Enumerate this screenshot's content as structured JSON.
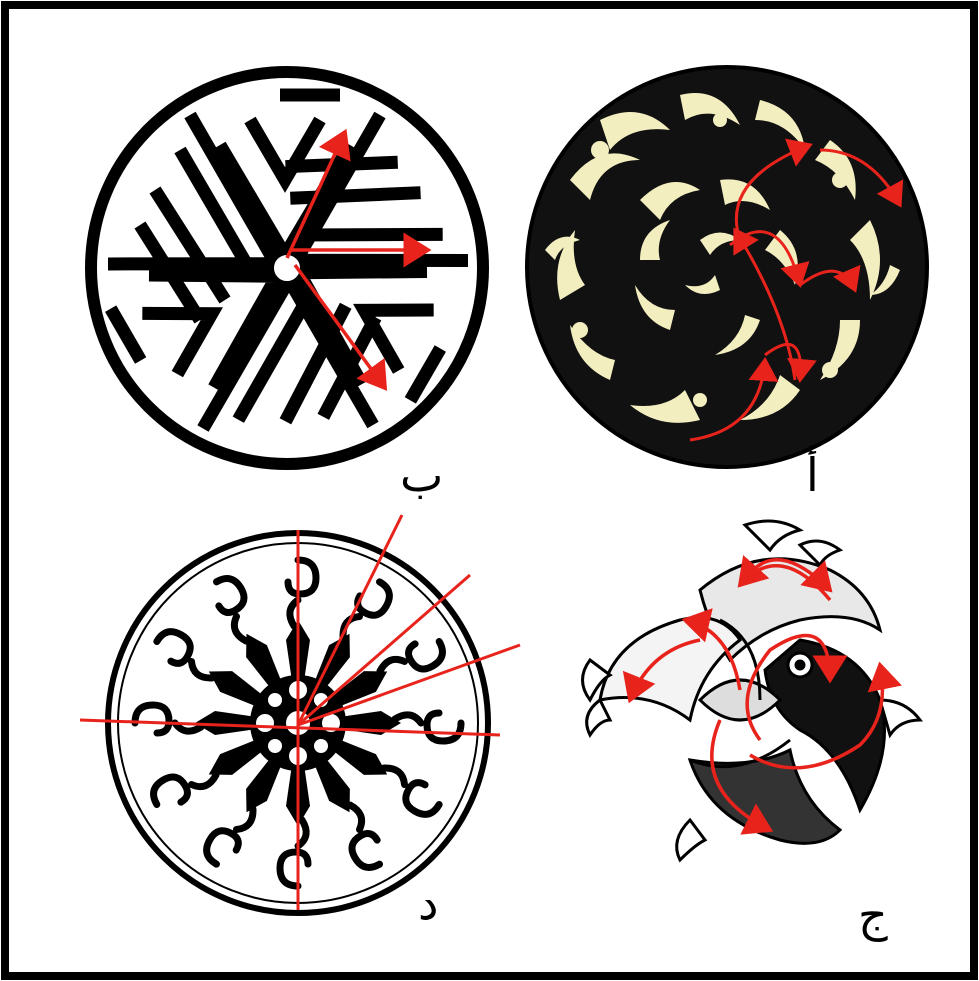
{
  "labels": {
    "a": "أ",
    "b": "ب",
    "c": "ج",
    "d": "د"
  },
  "colors": {
    "frame": "#000000",
    "arrow": "#e8231c",
    "cream": "#f3eec0",
    "ink": "#111111"
  },
  "panels": [
    {
      "id": "a",
      "motif": "arabesque-disc-rotational"
    },
    {
      "id": "b",
      "motif": "maze-disc-three-fold-rotation"
    },
    {
      "id": "c",
      "motif": "birds-four-fold-rotation"
    },
    {
      "id": "d",
      "motif": "rosette-mirror-symmetry"
    }
  ]
}
